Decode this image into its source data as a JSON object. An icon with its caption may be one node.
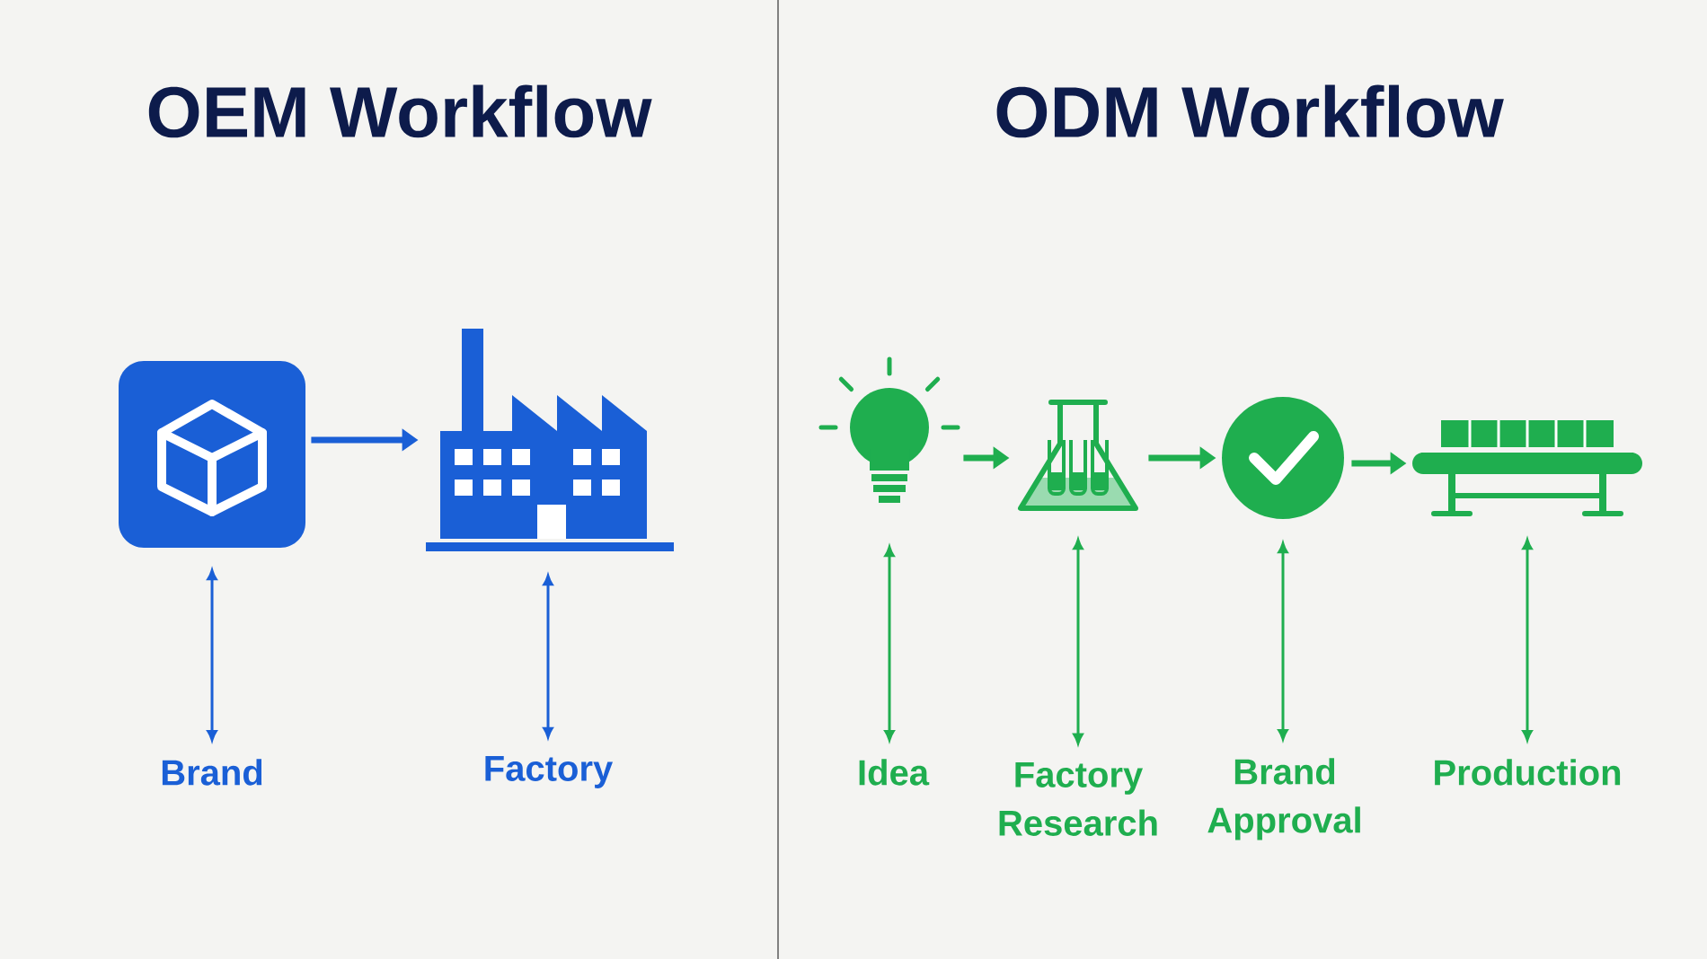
{
  "diagram": {
    "nodes": [
      {
        "text": [],
        "shape": "picture"
      },
      {
        "text": [],
        "shape": "picture"
      },
      {
        "text": [
          "Brand"
        ]
      },
      {
        "text": [
          "Factory"
        ]
      },
      {
        "text": [],
        "shape": "picture"
      },
      {
        "text": [],
        "shape": "picture"
      },
      {
        "text": [],
        "shape": "picture"
      },
      {
        "text": [],
        "shape": "picture"
      },
      {
        "text": [
          "Idea"
        ]
      },
      {
        "text": [
          "Factory Research"
        ]
      },
      {
        "text": [
          "Brand Approval"
        ]
      },
      {
        "text": [
          "Production"
        ]
      }
    ],
    "edges": [
      {
        "from": 0,
        "to": 1,
        "arrow": "to",
        "style": "thick",
        "color": "#1a5fd6"
      },
      {
        "from": 0,
        "to": 2,
        "arrow": "both",
        "color": "#1a5fd6"
      },
      {
        "from": 1,
        "to": 3,
        "arrow": "both",
        "color": "#1a5fd6"
      },
      {
        "from": 4,
        "to": 5,
        "arrow": "to",
        "style": "thick"
      },
      {
        "from": 5,
        "to": 6,
        "arrow": "to",
        "style": "thick"
      },
      {
        "from": 6,
        "to": 7,
        "arrow": "to",
        "style": "thick"
      },
      {
        "from": 4,
        "to": 8,
        "arrow": "both"
      },
      {
        "from": 5,
        "to": 9,
        "arrow": "both"
      },
      {
        "from": 6,
        "to": 10,
        "arrow": "both"
      },
      {
        "from": 7,
        "to": 11,
        "arrow": "both"
      }
    ],
    "labels": [
      "OEM Workflow",
      "ODM Workflow"
    ]
  }
}
